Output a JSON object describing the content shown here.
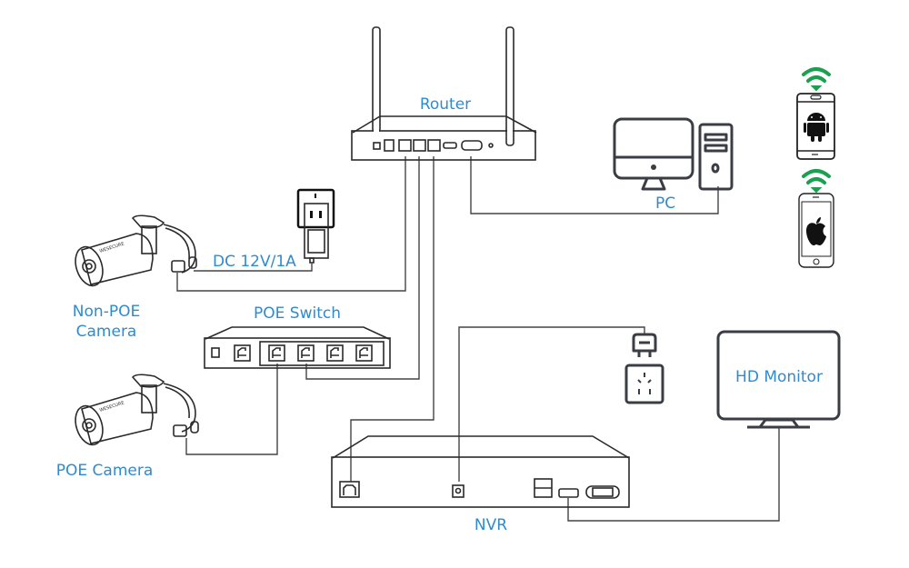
{
  "diagram": {
    "title": "Wireless NVR system connection diagram",
    "colors": {
      "label": "#2e8bd0",
      "line": "#444444",
      "wifi": "#1aa14f",
      "icon": "#3a3d44"
    },
    "nodes": {
      "router": {
        "label": "Router"
      },
      "pc": {
        "label": "PC"
      },
      "android_phone": {
        "label": "",
        "icon": "android-icon"
      },
      "iphone": {
        "label": "",
        "icon": "apple-icon"
      },
      "power_adapter": {
        "label": "DC 12V/1A"
      },
      "non_poe_camera": {
        "label_line1": "Non-POE",
        "label_line2": "Camera"
      },
      "poe_switch": {
        "label": "POE Switch"
      },
      "poe_camera": {
        "label": "POE Camera"
      },
      "nvr": {
        "label": "NVR"
      },
      "hd_monitor": {
        "label": "HD Monitor"
      },
      "wall_outlet": {
        "label": "",
        "icon": "power-plug-icon"
      }
    },
    "connections": [
      {
        "from": "router",
        "to": "non_poe_camera",
        "type": "LAN"
      },
      {
        "from": "router",
        "to": "poe_switch",
        "type": "LAN"
      },
      {
        "from": "router",
        "to": "nvr",
        "type": "LAN"
      },
      {
        "from": "router",
        "to": "pc",
        "type": "VGA"
      },
      {
        "from": "power_adapter",
        "to": "non_poe_camera",
        "type": "DC power"
      },
      {
        "from": "poe_switch",
        "to": "poe_camera",
        "type": "POE"
      },
      {
        "from": "wall_outlet",
        "to": "nvr",
        "type": "power"
      },
      {
        "from": "nvr",
        "to": "hd_monitor",
        "type": "HDMI"
      }
    ]
  }
}
